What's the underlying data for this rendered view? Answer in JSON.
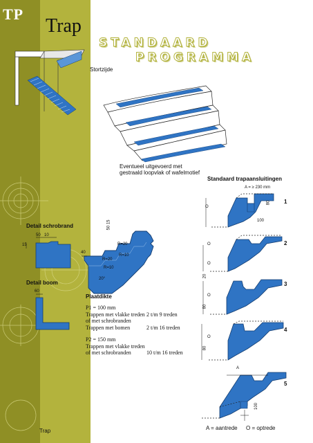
{
  "header": {
    "badge": "TP",
    "title": "Trap",
    "banner_line1": "STANDAARD",
    "banner_line2": "PROGRAMMA"
  },
  "labels": {
    "stortzijde": "Stortzijde",
    "caption_line1": "Eventueel uitgevoerd met",
    "caption_line2": "gestraald loopvlak of wafelmotief",
    "detail_schrobrand": "Detail schrobrand",
    "detail_boom": "Detail boom",
    "plaatdikte": "Plaatdikte",
    "standaard_trapaansluitingen": "Standaard trapaansluitingen",
    "legend": "A = aantrede",
    "legend2": "O = optrede"
  },
  "dimensions": {
    "schrobrand_a": "50",
    "schrobrand_b": "10",
    "schrobrand_side": "15",
    "boom": "60",
    "main_40": "40",
    "main_50_15": "50 15",
    "r20": "R=20",
    "r10": "R=10",
    "r10b": "R=10",
    "r20b": "R=20",
    "angle": "20°",
    "a_230": "A = ≥ 230 mm",
    "d80": "80",
    "d100": "100",
    "d20": "20",
    "d80b": "80",
    "d80c": "80",
    "d100b": "100",
    "a_label": "A",
    "o_label": "O"
  },
  "plaatdikte": {
    "p1_heading": "P1 = 100 mm",
    "p1_rows": [
      {
        "left": "Trappen met vlakke treden",
        "right": "2 t/m 9 treden"
      },
      {
        "left": "of met schrobranden",
        "right": ""
      },
      {
        "left": "Trappen met bomen",
        "right": "2 t/m 16 treden"
      }
    ],
    "p2_heading": "P2 = 150 mm",
    "p2_rows": [
      {
        "left": "Trappen met vlakke treden",
        "right": ""
      },
      {
        "left": "of met schrobranden",
        "right": "10 t/m 16 treden"
      }
    ]
  },
  "connections": [
    "1",
    "2",
    "3",
    "4",
    "5"
  ],
  "footer": {
    "page_label": "Trap"
  },
  "colors": {
    "sidebar": "#b3b33d",
    "stair_blue": "#2f74c4"
  }
}
